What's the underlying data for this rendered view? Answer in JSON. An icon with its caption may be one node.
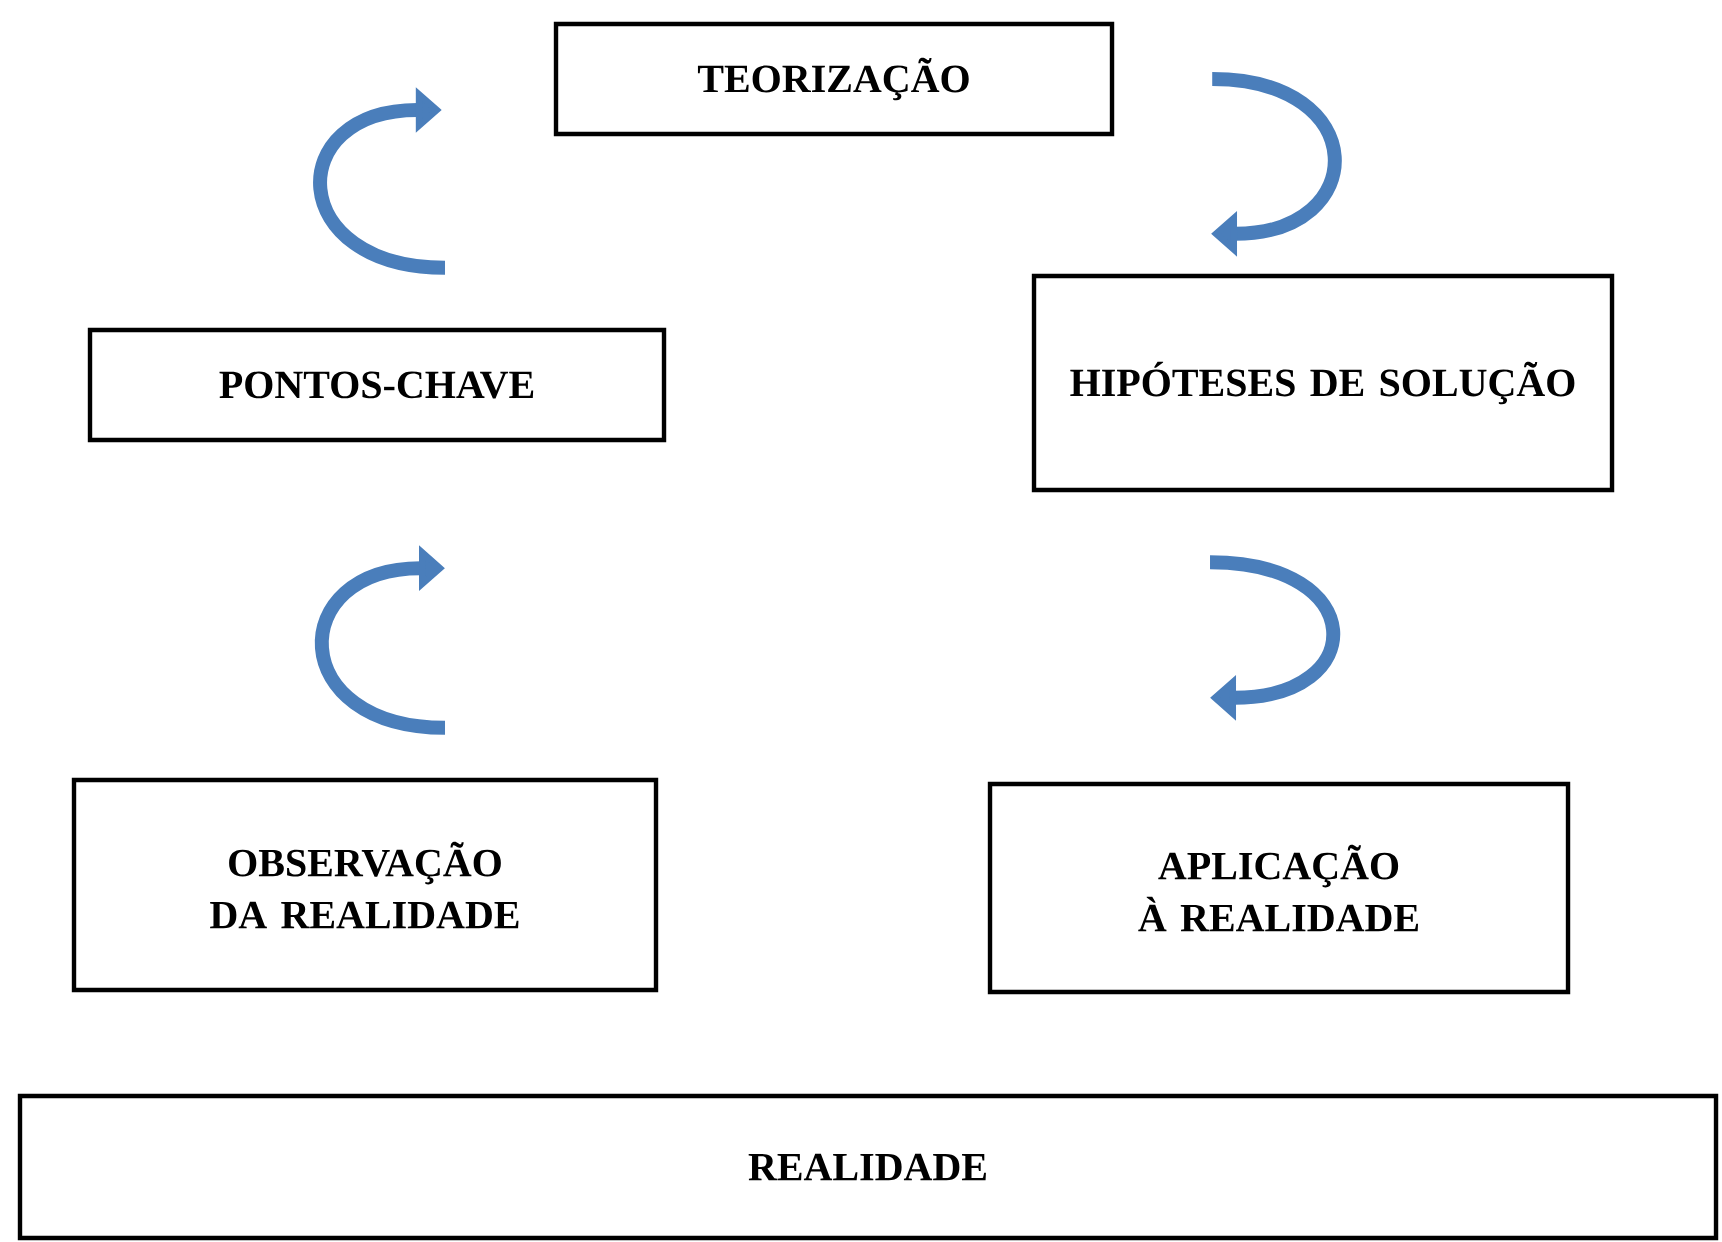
{
  "diagram": {
    "nodes": [
      {
        "text": [
          "TEORIZAÇÃO"
        ]
      },
      {
        "text": [
          "PONTOS-CHAVE"
        ]
      },
      {
        "text": [
          "HIPÓTESES DE SOLUÇÃO"
        ]
      },
      {
        "text": [
          "OBSERVAÇÃO DA REALIDADE"
        ]
      },
      {
        "text": [
          "APLICAÇÃO À REALIDADE"
        ]
      },
      {
        "text": [
          "REALIDADE"
        ]
      }
    ],
    "edges": [
      {
        "from": 3,
        "to": 1,
        "arrow": "to"
      },
      {
        "from": 1,
        "to": 0,
        "arrow": "to"
      },
      {
        "from": 0,
        "to": 2,
        "arrow": "to"
      },
      {
        "from": 2,
        "to": 4,
        "arrow": "to"
      }
    ]
  }
}
